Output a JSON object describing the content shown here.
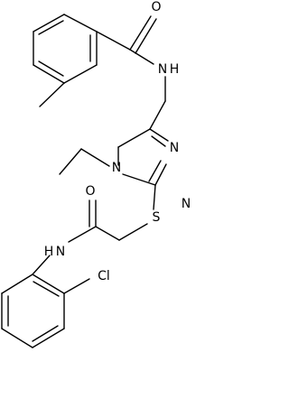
{
  "structure": {
    "labels": {
      "carbonyl_oxygen_top": "O",
      "amide_nitrogen_top": "N",
      "amide_hydrogen_top": "H",
      "triazole_nitrogen_4": "N",
      "triazole_nitrogen_1": "N",
      "triazole_nitrogen_2": "N",
      "sulfur": "S",
      "carbonyl_oxygen_bottom": "O",
      "amide_nitrogen_bottom": "N",
      "amide_hydrogen_bottom": "H",
      "chlorine": "Cl"
    }
  }
}
